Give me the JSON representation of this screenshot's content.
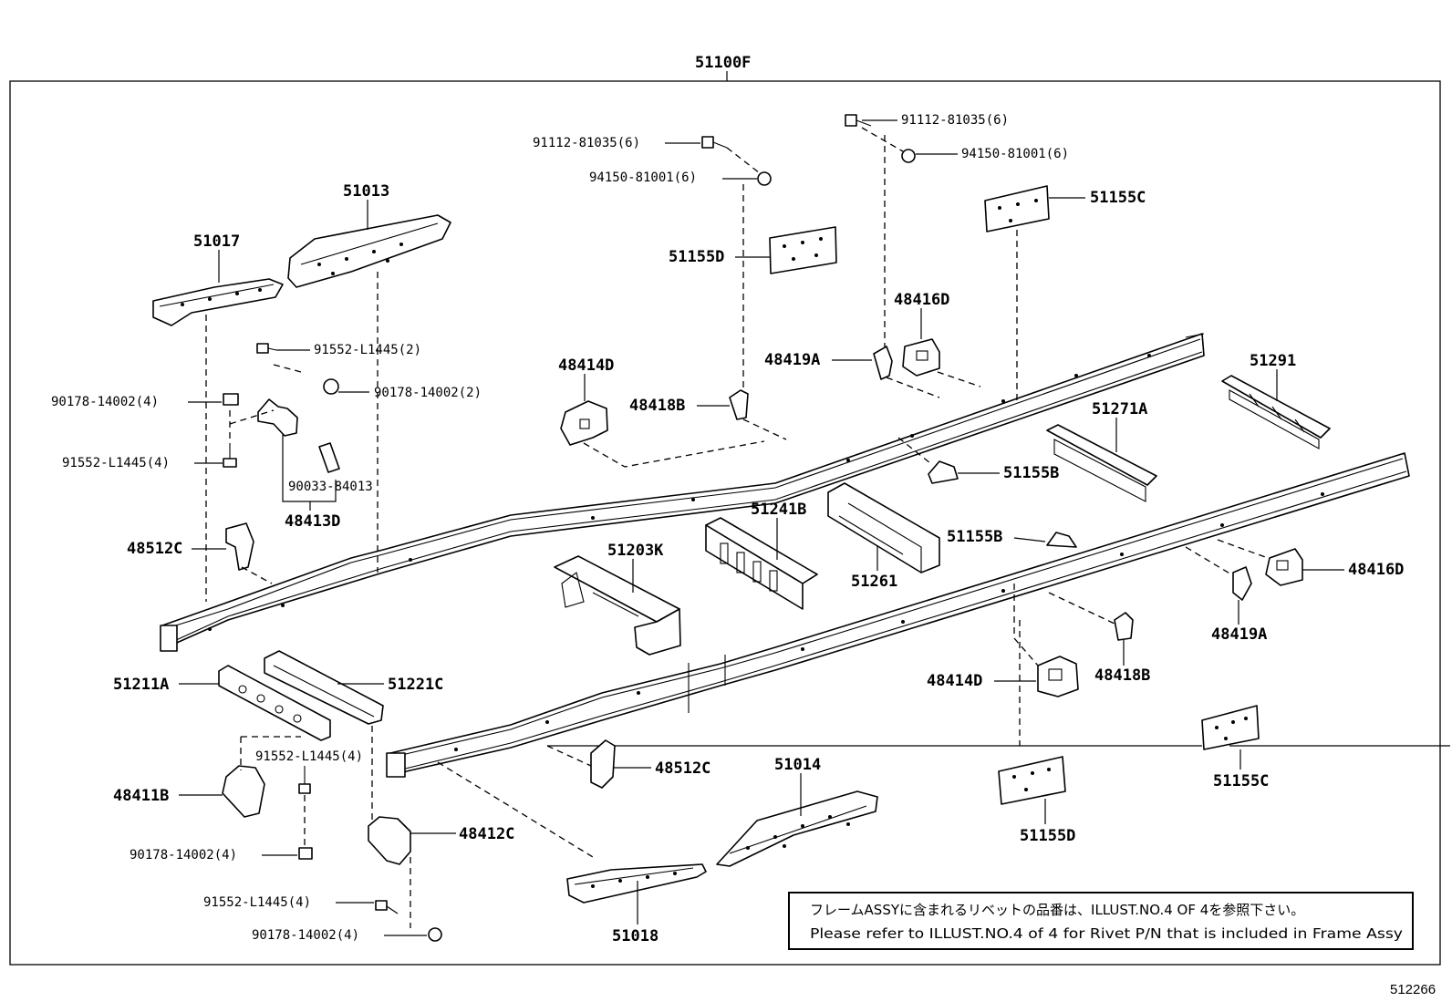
{
  "title_part": "51100F",
  "ref_number": "512266",
  "labels": {
    "p51013": "51013",
    "p51017": "51017",
    "p91552_2": "91552-L1445(2)",
    "p90178_2": "90178-14002(2)",
    "p90178_4a": "90178-14002(4)",
    "p91552_4a": "91552-L1445(4)",
    "p90033": "90033-84013",
    "p48413D": "48413D",
    "p48512C_a": "48512C",
    "p91112_a": "91112-81035(6)",
    "p94150_a": "94150-81001(6)",
    "p51155D_a": "51155D",
    "p48414D_a": "48414D",
    "p48418B_a": "48418B",
    "p91112_b": "91112-81035(6)",
    "p94150_b": "94150-81001(6)",
    "p51155C_a": "51155C",
    "p48416D_a": "48416D",
    "p48419A_a": "48419A",
    "p51291": "51291",
    "p51271A": "51271A",
    "p51155B_a": "51155B",
    "p51241B": "51241B",
    "p51203K": "51203K",
    "p51261": "51261",
    "p51155B_b": "51155B",
    "p48416D_b": "48416D",
    "p48419A_b": "48419A",
    "p48418B_b": "48418B",
    "p48414D_b": "48414D",
    "p51211A": "51211A",
    "p51221C": "51221C",
    "p91552_4b": "91552-L1445(4)",
    "p48411B": "48411B",
    "p90178_4b": "90178-14002(4)",
    "p48412C": "48412C",
    "p91552_4c": "91552-L1445(4)",
    "p90178_4c": "90178-14002(4)",
    "p48512C_b": "48512C",
    "p51014": "51014",
    "p51018": "51018",
    "p51155D_b": "51155D",
    "p51155C_b": "51155C"
  },
  "note": {
    "line_jp": "フレームASSYに含まれるリベットの品番は、ILLUST.NO.4 OF 4を参照下さい。",
    "line_en": "Please refer to ILLUST.NO.4 of 4 for Rivet P/N that is included in Frame Assy"
  }
}
